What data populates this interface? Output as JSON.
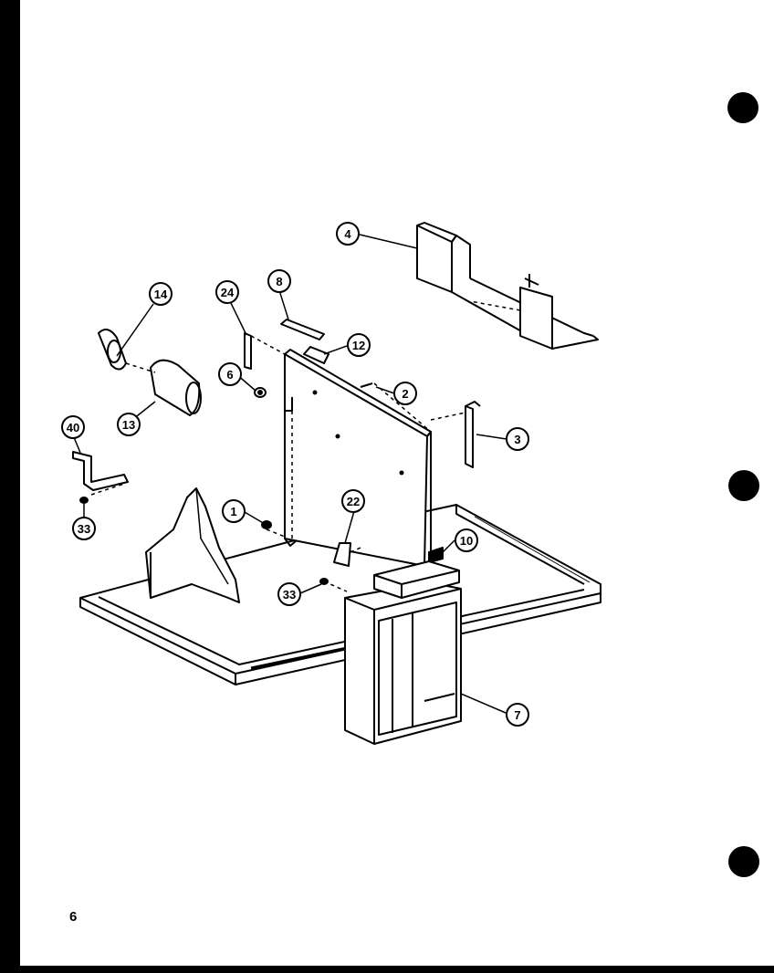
{
  "page_number": "6",
  "callouts": [
    {
      "id": "part-4",
      "label": "4"
    },
    {
      "id": "part-14",
      "label": "14"
    },
    {
      "id": "part-24",
      "label": "24"
    },
    {
      "id": "part-8-top",
      "label": "8"
    },
    {
      "id": "part-12",
      "label": "12"
    },
    {
      "id": "part-6",
      "label": "6"
    },
    {
      "id": "part-2",
      "label": "2"
    },
    {
      "id": "part-13",
      "label": "13"
    },
    {
      "id": "part-3",
      "label": "3"
    },
    {
      "id": "part-40",
      "label": "40"
    },
    {
      "id": "part-33-left",
      "label": "33"
    },
    {
      "id": "part-1",
      "label": "1"
    },
    {
      "id": "part-22",
      "label": "22"
    },
    {
      "id": "part-10",
      "label": "10"
    },
    {
      "id": "part-33-center",
      "label": "33"
    },
    {
      "id": "part-7",
      "label": "7"
    }
  ]
}
